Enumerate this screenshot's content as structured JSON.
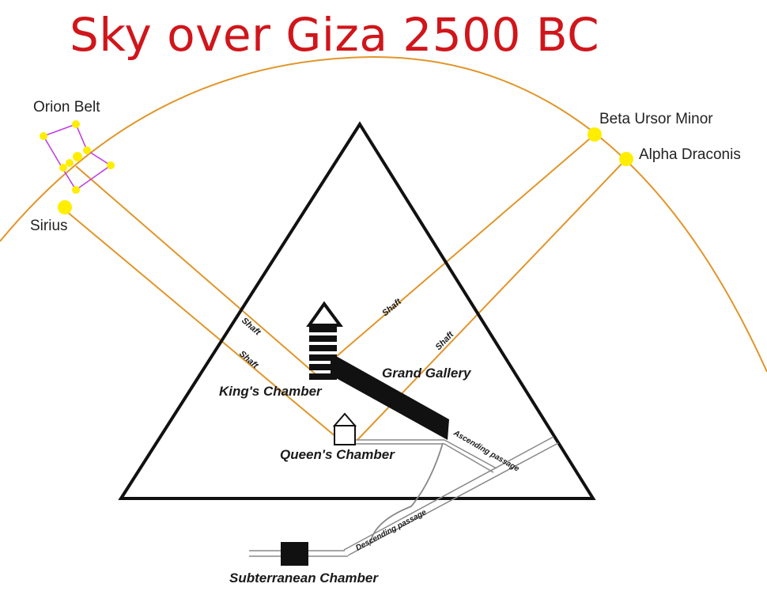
{
  "title": "Sky over Giza 2500 BC",
  "colors": {
    "title": "#d0161b",
    "sky_arc": "#e0962a",
    "shaft": "#e0962a",
    "star": "#ffee00",
    "orion_outline": "#c040e0",
    "pyramid": "#111111",
    "passage": "#888888"
  },
  "stars": {
    "orion_belt": "Orion Belt",
    "sirius": "Sirius",
    "beta_ursor_minor": "Beta Ursor Minor",
    "alpha_draconis": "Alpha Draconis"
  },
  "chambers": {
    "kings": "King's Chamber",
    "queens": "Queen's Chamber",
    "grand_gallery": "Grand Gallery",
    "subterranean": "Subterranean Chamber"
  },
  "shafts": {
    "label": "Shaft"
  },
  "passages": {
    "ascending": "Ascending passage",
    "descending": "Descending passage"
  }
}
